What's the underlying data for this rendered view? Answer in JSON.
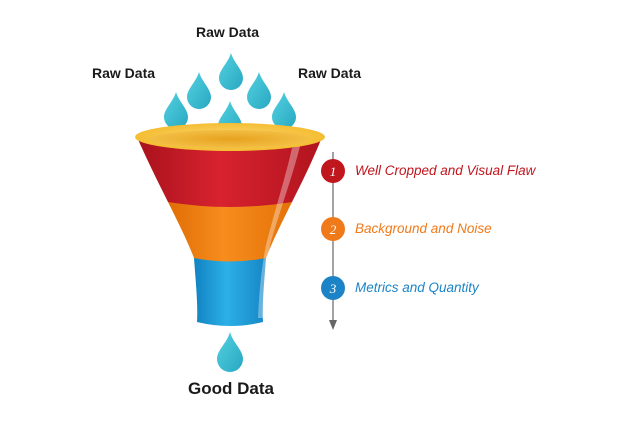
{
  "labels": {
    "top": "Raw Data",
    "left": "Raw Data",
    "right": "Raw Data",
    "bottom": "Good Data"
  },
  "steps": [
    {
      "number": "1",
      "text": "Well Cropped and Visual Flaw",
      "color": "#c0161e"
    },
    {
      "number": "2",
      "text": "Background and Noise",
      "color": "#f07a1a"
    },
    {
      "number": "3",
      "text": "Metrics and Quantity",
      "color": "#1c84c6"
    }
  ],
  "colors": {
    "droplet": "#3cc0d3",
    "funnel_rim": "#f7c640",
    "funnel_top": "#cf2130",
    "funnel_middle": "#f4850f",
    "funnel_bottom": "#21a0d8",
    "arrow": "#666666"
  }
}
